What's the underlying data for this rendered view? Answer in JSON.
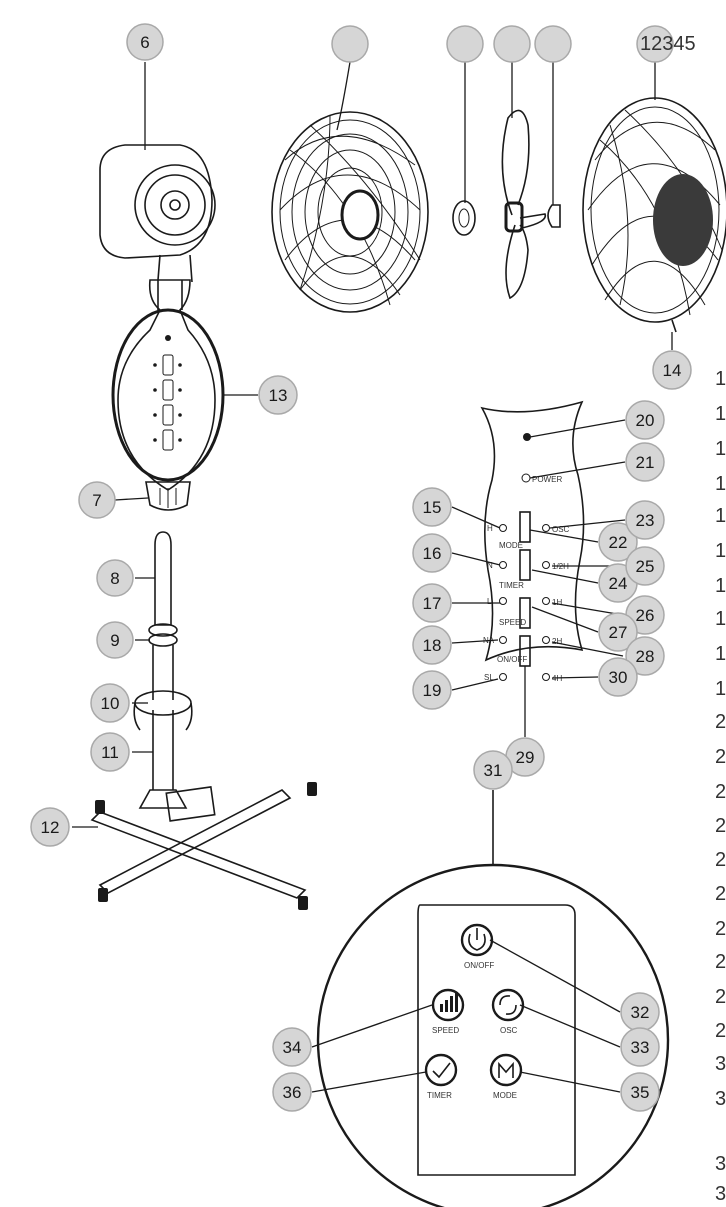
{
  "header_numbers": "12345",
  "callouts": [
    "6",
    "7",
    "8",
    "9",
    "10",
    "11",
    "12",
    "13",
    "14",
    "15",
    "16",
    "17",
    "18",
    "19",
    "20",
    "21",
    "22",
    "23",
    "24",
    "25",
    "26",
    "27",
    "28",
    "29",
    "30",
    "31",
    "32",
    "33",
    "34",
    "35",
    "36"
  ],
  "panel_labels": {
    "power": "POWER",
    "mode": "MODE",
    "timer": "TIMER",
    "speed": "SPEED",
    "onoff": "ON/OFF",
    "osc": "OSC",
    "left_leds": [
      "H",
      "N",
      "L",
      "NA",
      "SL"
    ],
    "right_leds": [
      "1/2H",
      "1H",
      "2H",
      "4H"
    ]
  },
  "remote_labels": {
    "onoff": "ON/OFF",
    "speed": "SPEED",
    "osc": "OSC",
    "timer": "TIMER",
    "mode": "MODE"
  },
  "edge_characters": [
    "1",
    "1",
    "1",
    "1",
    "1",
    "1",
    "1",
    "1",
    "1",
    "1",
    "2",
    "2",
    "2",
    "2",
    "2",
    "2",
    "2",
    "2",
    "2",
    "2",
    "3",
    "3",
    "3",
    "3"
  ],
  "colors": {
    "ink": "#1a1a1a",
    "callout_fill": "#d6d6d6",
    "callout_stroke": "#a9a9a9"
  }
}
